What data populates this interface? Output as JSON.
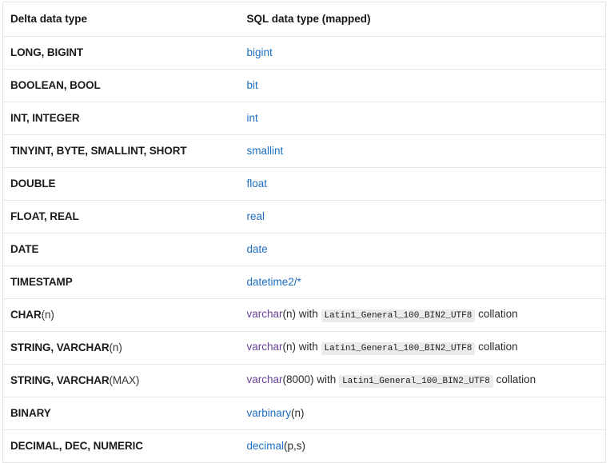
{
  "table": {
    "name": "delta-to-sql-data-type-mapping",
    "columns": [
      {
        "key": "delta",
        "label": "Delta data type"
      },
      {
        "key": "sql",
        "label": "SQL data type (mapped)"
      }
    ],
    "colors": {
      "link": "#1d6fc2",
      "link_visited": "#69439a",
      "text": "#1b1b1b",
      "border": "#e6e6e6",
      "code_background": "#ebebeb",
      "background": "#ffffff"
    },
    "rows": [
      {
        "delta": "LONG, BIGINT",
        "delta_suffix": "",
        "sql_link": "bigint",
        "sql_link_visited": false,
        "sql_after": "",
        "sql_code": "",
        "sql_tail": ""
      },
      {
        "delta": "BOOLEAN, BOOL",
        "delta_suffix": "",
        "sql_link": "bit",
        "sql_link_visited": false,
        "sql_after": "",
        "sql_code": "",
        "sql_tail": ""
      },
      {
        "delta": "INT, INTEGER",
        "delta_suffix": "",
        "sql_link": "int",
        "sql_link_visited": false,
        "sql_after": "",
        "sql_code": "",
        "sql_tail": ""
      },
      {
        "delta": "TINYINT, BYTE, SMALLINT, SHORT",
        "delta_suffix": "",
        "sql_link": "smallint",
        "sql_link_visited": false,
        "sql_after": "",
        "sql_code": "",
        "sql_tail": ""
      },
      {
        "delta": "DOUBLE",
        "delta_suffix": "",
        "sql_link": "float",
        "sql_link_visited": false,
        "sql_after": "",
        "sql_code": "",
        "sql_tail": ""
      },
      {
        "delta": "FLOAT, REAL",
        "delta_suffix": "",
        "sql_link": "real",
        "sql_link_visited": false,
        "sql_after": "",
        "sql_code": "",
        "sql_tail": ""
      },
      {
        "delta": "DATE",
        "delta_suffix": "",
        "sql_link": "date",
        "sql_link_visited": false,
        "sql_after": "",
        "sql_code": "",
        "sql_tail": ""
      },
      {
        "delta": "TIMESTAMP",
        "delta_suffix": "",
        "sql_link": "datetime2/*",
        "sql_link_visited": false,
        "sql_after": "",
        "sql_code": "",
        "sql_tail": ""
      },
      {
        "delta": "CHAR",
        "delta_suffix": "(n)",
        "sql_link": "varchar",
        "sql_link_visited": true,
        "sql_after": "(n) with ",
        "sql_code": "Latin1_General_100_BIN2_UTF8",
        "sql_tail": " collation"
      },
      {
        "delta": "STRING, VARCHAR",
        "delta_suffix": "(n)",
        "sql_link": "varchar",
        "sql_link_visited": true,
        "sql_after": "(n) with ",
        "sql_code": "Latin1_General_100_BIN2_UTF8",
        "sql_tail": " collation"
      },
      {
        "delta": "STRING, VARCHAR",
        "delta_suffix": "(MAX)",
        "sql_link": "varchar",
        "sql_link_visited": true,
        "sql_after": "(8000) with ",
        "sql_code": "Latin1_General_100_BIN2_UTF8",
        "sql_tail": " collation"
      },
      {
        "delta": "BINARY",
        "delta_suffix": "",
        "sql_link": "varbinary",
        "sql_link_visited": false,
        "sql_after": "(n)",
        "sql_code": "",
        "sql_tail": ""
      },
      {
        "delta": "DECIMAL, DEC, NUMERIC",
        "delta_suffix": "",
        "sql_link": "decimal",
        "sql_link_visited": false,
        "sql_after": "(p,s)",
        "sql_code": "",
        "sql_tail": ""
      }
    ]
  }
}
